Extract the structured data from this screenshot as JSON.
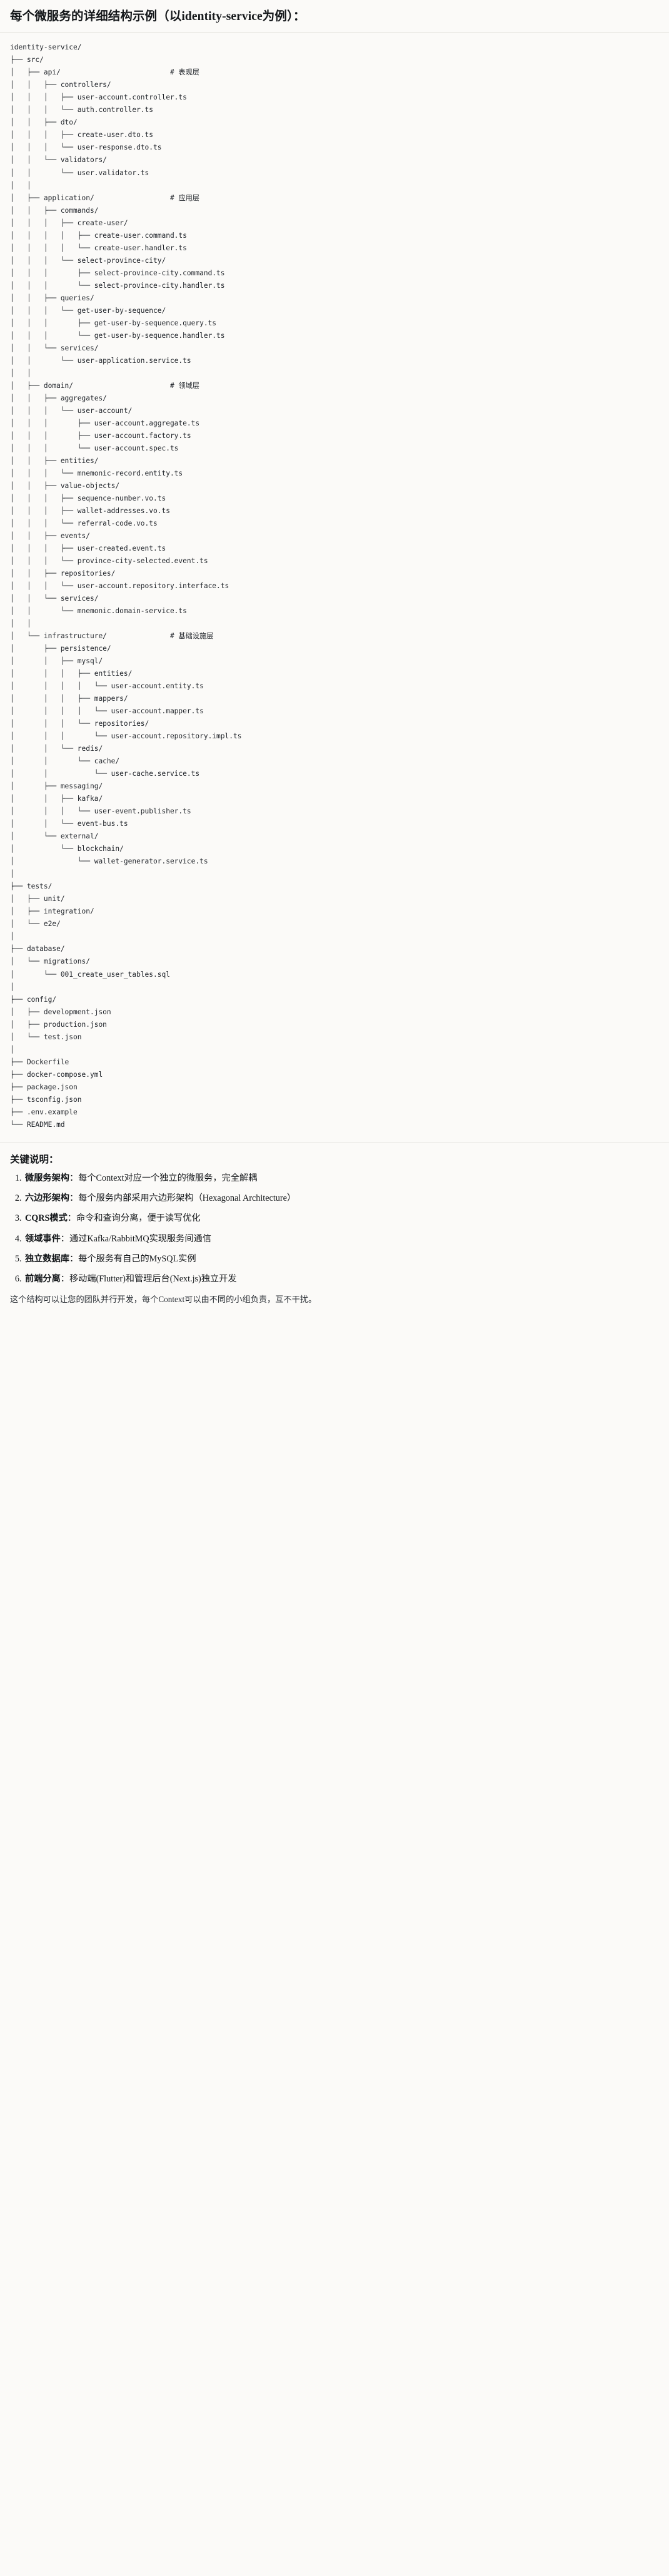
{
  "heading": "每个微服务的详细结构示例（以identity-service为例）：",
  "tree": {
    "root": "identity-service/",
    "lines": [
      "identity-service/",
      "├── src/",
      "│   ├── api/                          # 表现层",
      "│   │   ├── controllers/",
      "│   │   │   ├── user-account.controller.ts",
      "│   │   │   └── auth.controller.ts",
      "│   │   ├── dto/",
      "│   │   │   ├── create-user.dto.ts",
      "│   │   │   └── user-response.dto.ts",
      "│   │   └── validators/",
      "│   │       └── user.validator.ts",
      "│   │",
      "│   ├── application/                  # 应用层",
      "│   │   ├── commands/",
      "│   │   │   ├── create-user/",
      "│   │   │   │   ├── create-user.command.ts",
      "│   │   │   │   └── create-user.handler.ts",
      "│   │   │   └── select-province-city/",
      "│   │   │       ├── select-province-city.command.ts",
      "│   │   │       └── select-province-city.handler.ts",
      "│   │   ├── queries/",
      "│   │   │   └── get-user-by-sequence/",
      "│   │   │       ├── get-user-by-sequence.query.ts",
      "│   │   │       └── get-user-by-sequence.handler.ts",
      "│   │   └── services/",
      "│   │       └── user-application.service.ts",
      "│   │",
      "│   ├── domain/                       # 领域层",
      "│   │   ├── aggregates/",
      "│   │   │   └── user-account/",
      "│   │   │       ├── user-account.aggregate.ts",
      "│   │   │       ├── user-account.factory.ts",
      "│   │   │       └── user-account.spec.ts",
      "│   │   ├── entities/",
      "│   │   │   └── mnemonic-record.entity.ts",
      "│   │   ├── value-objects/",
      "│   │   │   ├── sequence-number.vo.ts",
      "│   │   │   ├── wallet-addresses.vo.ts",
      "│   │   │   └── referral-code.vo.ts",
      "│   │   ├── events/",
      "│   │   │   ├── user-created.event.ts",
      "│   │   │   └── province-city-selected.event.ts",
      "│   │   ├── repositories/",
      "│   │   │   └── user-account.repository.interface.ts",
      "│   │   └── services/",
      "│   │       └── mnemonic.domain-service.ts",
      "│   │",
      "│   └── infrastructure/               # 基础设施层",
      "│       ├── persistence/",
      "│       │   ├── mysql/",
      "│       │   │   ├── entities/",
      "│       │   │   │   └── user-account.entity.ts",
      "│       │   │   ├── mappers/",
      "│       │   │   │   └── user-account.mapper.ts",
      "│       │   │   └── repositories/",
      "│       │   │       └── user-account.repository.impl.ts",
      "│       │   └── redis/",
      "│       │       └── cache/",
      "│       │           └── user-cache.service.ts",
      "│       ├── messaging/",
      "│       │   ├── kafka/",
      "│       │   │   └── user-event.publisher.ts",
      "│       │   └── event-bus.ts",
      "│       └── external/",
      "│           └── blockchain/",
      "│               └── wallet-generator.service.ts",
      "│",
      "├── tests/",
      "│   ├── unit/",
      "│   ├── integration/",
      "│   └── e2e/",
      "│",
      "├── database/",
      "│   └── migrations/",
      "│       └── 001_create_user_tables.sql",
      "│",
      "├── config/",
      "│   ├── development.json",
      "│   ├── production.json",
      "│   └── test.json",
      "│",
      "├── Dockerfile",
      "├── docker-compose.yml",
      "├── package.json",
      "├── tsconfig.json",
      "├── .env.example",
      "└── README.md"
    ],
    "comments": [
      "# 表现层",
      "# 应用层",
      "# 领域层",
      "# 基础设施层"
    ]
  },
  "notes": {
    "title": "关键说明：",
    "items": [
      {
        "term": "微服务架构",
        "desc": "：每个Context对应一个独立的微服务，完全解耦"
      },
      {
        "term": "六边形架构",
        "desc": "：每个服务内部采用六边形架构（Hexagonal Architecture）"
      },
      {
        "term": "CQRS模式",
        "desc": "：命令和查询分离，便于读写优化"
      },
      {
        "term": "领域事件",
        "desc": "：通过Kafka/RabbitMQ实现服务间通信"
      },
      {
        "term": "独立数据库",
        "desc": "：每个服务有自己的MySQL实例"
      },
      {
        "term": "前端分离",
        "desc": "：移动端(Flutter)和管理后台(Next.js)独立开发"
      }
    ],
    "closing": "这个结构可以让您的团队并行开发，每个Context可以由不同的小组负责，互不干扰。"
  },
  "colors": {
    "background": "#fbfaf8",
    "text": "#1f2328",
    "rule": "#e4e2dd"
  }
}
